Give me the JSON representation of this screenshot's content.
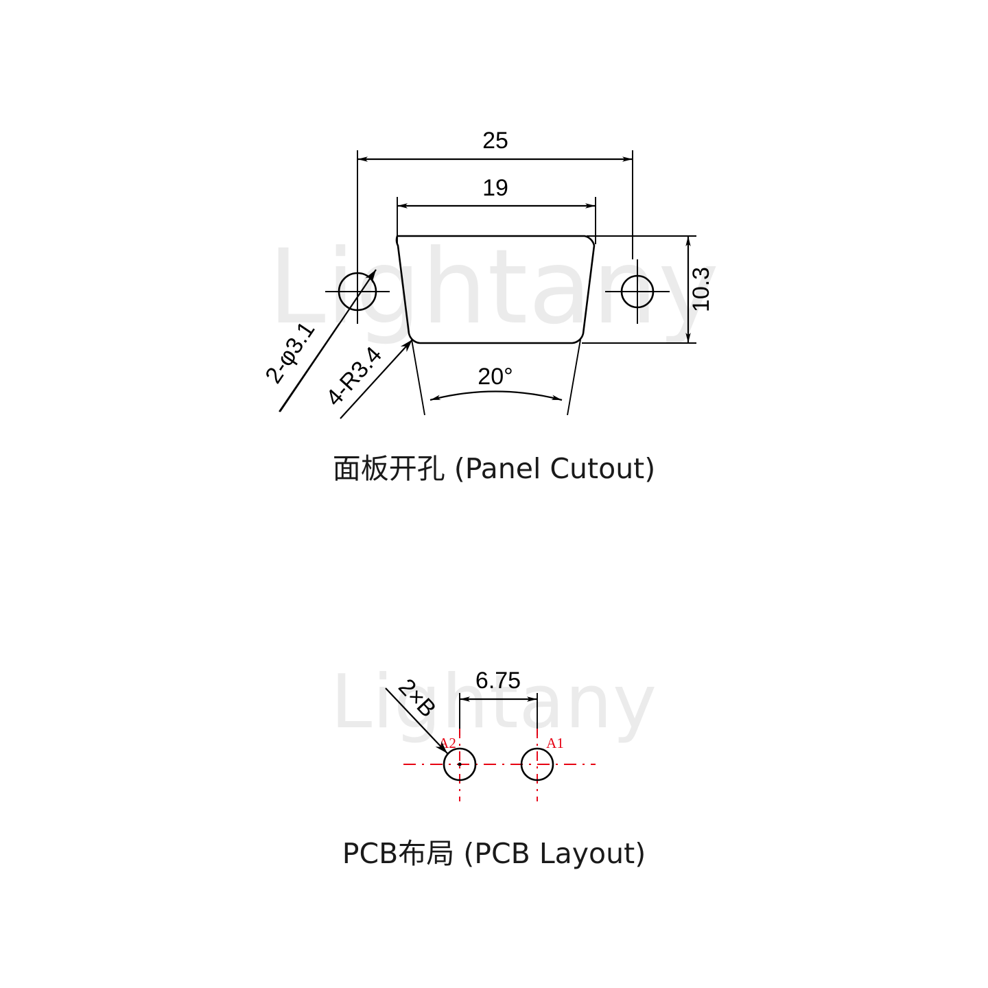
{
  "drawing": {
    "watermark_text": "Lightany",
    "panel_cutout": {
      "caption": "面板开孔 (Panel Cutout)",
      "dimensions": {
        "overall_width": "25",
        "cutout_top_width": "19",
        "height": "10.3",
        "mounting_holes": "2-φ3.1",
        "corner_radius": "4-R3.4",
        "side_angle": "20°"
      }
    },
    "pcb_layout": {
      "caption": "PCB布局 (PCB Layout)",
      "dimensions": {
        "pin_pitch": "6.75",
        "hole_callout": "2×B"
      },
      "pins": [
        {
          "label": "A2"
        },
        {
          "label": "A1"
        }
      ]
    },
    "colors": {
      "line": "#000000",
      "pin_marking": "#e60012",
      "watermark": "#ebebeb",
      "background": "#ffffff"
    }
  }
}
